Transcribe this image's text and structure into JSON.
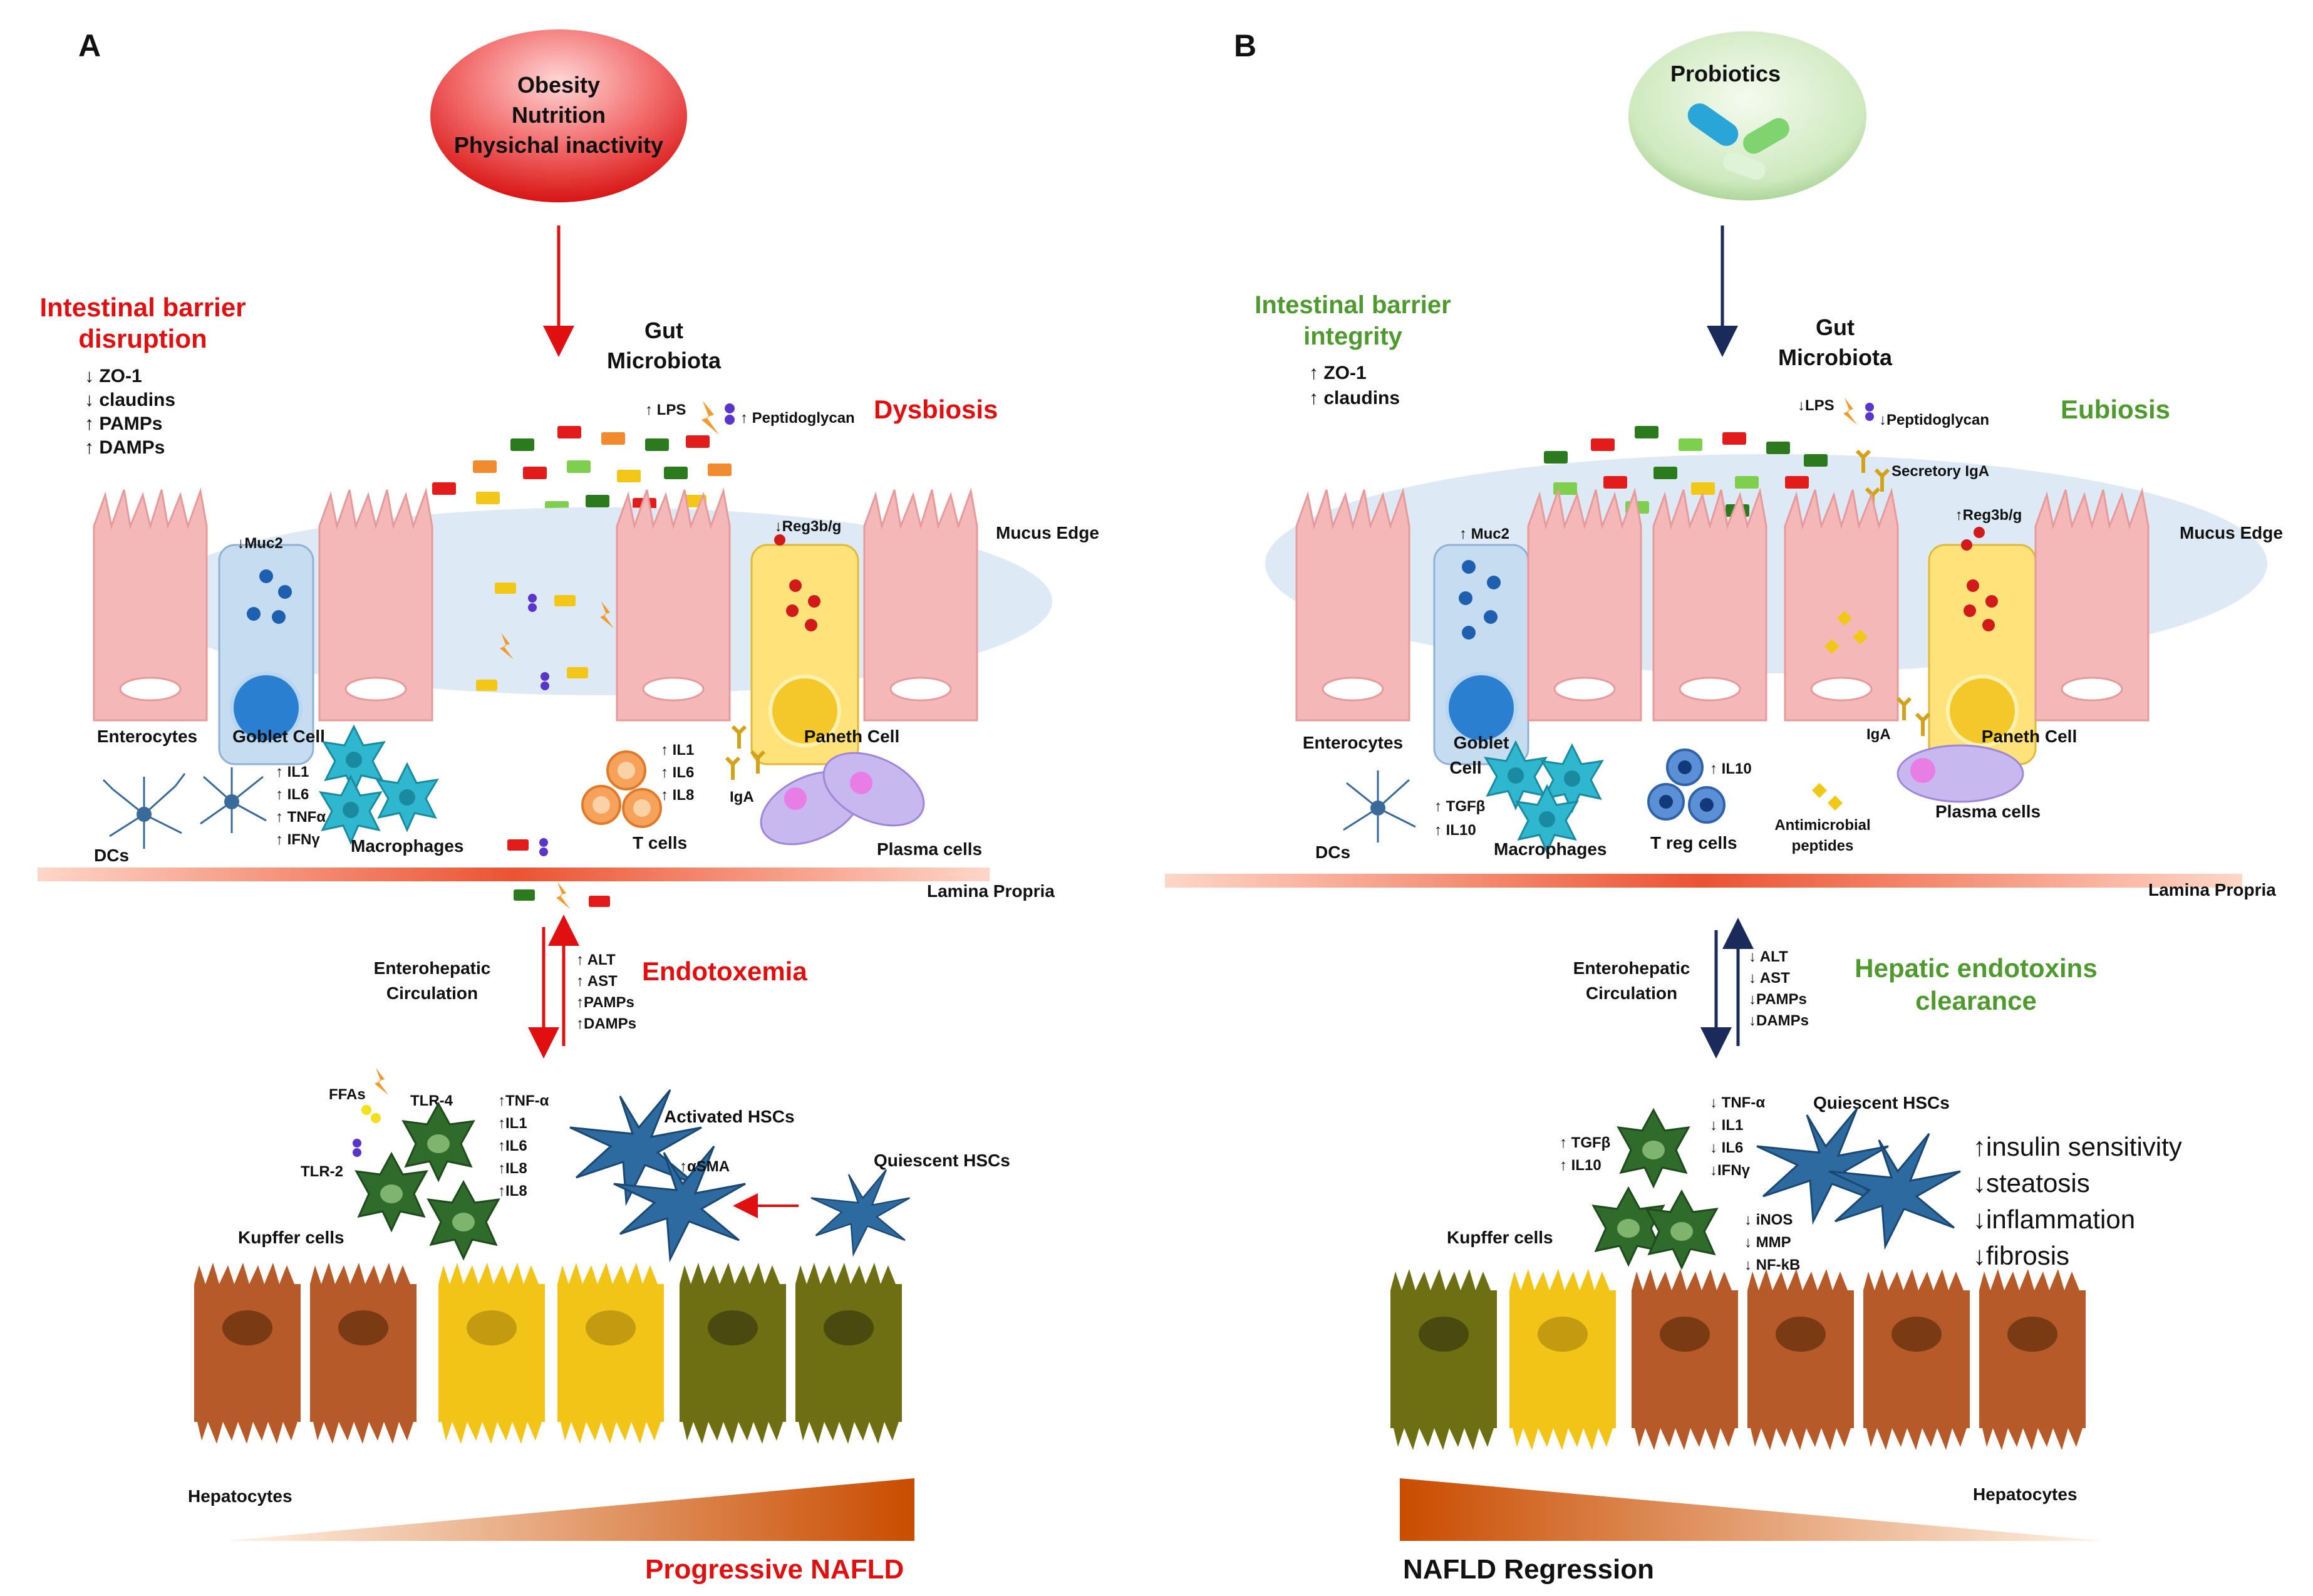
{
  "panel_a": {
    "letter": "A",
    "cause": [
      "Obesity",
      "Nutrition",
      "Physichal inactivity"
    ],
    "barrier_title": [
      "Intestinal barrier",
      "disruption"
    ],
    "barrier_items": [
      "↓ ZO-1",
      "↓ claudins",
      "↑ PAMPs",
      "↑ DAMPs"
    ],
    "gut": [
      "Gut",
      "Microbiota"
    ],
    "lps": "↑ LPS",
    "peptidoglycan": "↑ Peptidoglycan",
    "dysbiosis": "Dysbiosis",
    "muc2": "↓Muc2",
    "reg3": "↓Reg3b/g",
    "mucus_edge": "Mucus Edge",
    "enterocytes": "Enterocytes",
    "goblet": "Goblet Cell",
    "paneth": "Paneth Cell",
    "cytokines_macro": [
      "↑ IL1",
      "↑ IL6",
      "↑ TNFα",
      "↑ IFNγ"
    ],
    "cytokines_t": [
      "↑ IL1",
      "↑ IL6",
      "↑ IL8"
    ],
    "dcs": "DCs",
    "macrophages": "Macrophages",
    "t_cells": "T cells",
    "iga": "IgA",
    "plasma_cells": "Plasma cells",
    "lamina_propria": "Lamina Propria",
    "circulation": [
      "Enterohepatic",
      "Circulation"
    ],
    "liver_markers": [
      "↑ ALT",
      "↑ AST",
      "↑PAMPs",
      "↑DAMPs"
    ],
    "endotoxemia": "Endotoxemia",
    "ffas": "FFAs",
    "tlr4": "TLR-4",
    "tlr2": "TLR-2",
    "kupffer": "Kupffer cells",
    "kupffer_cytokines": [
      "↑TNF-α",
      "↑IL1",
      "↑IL6",
      "↑IL8",
      "↑IL8"
    ],
    "activated_hsc": "Activated HSCs",
    "asma": "↑αSMA",
    "quiescent_hsc": "Quiescent HSCs",
    "hepatocytes": "Hepatocytes",
    "outcome": "Progressive NAFLD"
  },
  "panel_b": {
    "letter": "B",
    "cause": "Probiotics",
    "barrier_title": [
      "Intestinal barrier",
      "integrity"
    ],
    "barrier_items": [
      "↑ ZO-1",
      "↑ claudins"
    ],
    "gut": [
      "Gut",
      "Microbiota"
    ],
    "lps": "↓LPS",
    "peptidoglycan": "↓Peptidoglycan",
    "eubiosis": "Eubiosis",
    "secretory_iga": "Secretory IgA",
    "muc2": "↑ Muc2",
    "reg3": "↑Reg3b/g",
    "mucus_edge": "Mucus Edge",
    "enterocytes": "Enterocytes",
    "goblet": [
      "Goblet",
      "Cell"
    ],
    "paneth": "Paneth Cell",
    "iga": "IgA",
    "macro_cytokines": [
      "↑ TGFβ",
      "↑ IL10"
    ],
    "treg_cytokine": "↑ IL10",
    "dcs": "DCs",
    "macrophages": "Macrophages",
    "treg": "T reg cells",
    "amp": [
      "Antimicrobial",
      "peptides"
    ],
    "plasma_cells": "Plasma cells",
    "lamina_propria": "Lamina Propria",
    "circulation": [
      "Enterohepatic",
      "Circulation"
    ],
    "liver_markers": [
      "↓ ALT",
      "↓ AST",
      "↓PAMPs",
      "↓DAMPs"
    ],
    "clearance": [
      "Hepatic endotoxins",
      "clearance"
    ],
    "kupffer_cytokines": [
      "↑ TGFβ",
      "↑ IL10"
    ],
    "hsc_cytokines": [
      "↓ TNF-α",
      "↓ IL1",
      "↓ IL6",
      "↓IFNγ"
    ],
    "quiescent_hsc": "Quiescent HSCs",
    "hsc_markers": [
      "↓ iNOS",
      "↓ MMP",
      "↓ NF-kB"
    ],
    "effects": [
      "↑insulin sensitivity",
      "↓steatosis",
      "↓inflammation",
      "↓fibrosis"
    ],
    "kupffer": "Kupffer cells",
    "hepatocytes": "Hepatocytes",
    "outcome": "NAFLD Regression"
  },
  "colors": {
    "danger": "#e01010",
    "healthy": "#4f9a2f",
    "enterocyte": "#f5b8b8",
    "mucus": "#d9e8f5",
    "hsc": "#2c6aa0",
    "kupffer": "#2f6b2a",
    "hepatocyte_healthy": "#b55a28",
    "hepatocyte_steatotic": "#f2c418",
    "hepatocyte_fibrotic": "#6e6e12"
  }
}
